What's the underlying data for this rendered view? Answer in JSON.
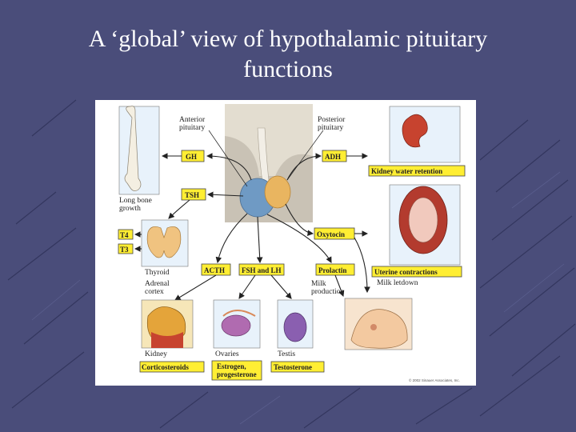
{
  "slide": {
    "title": "A ‘global’ view of hypothalamic pituitary functions"
  },
  "colors": {
    "background": "#4a4d7a",
    "hormone_box": "#ffee33",
    "anterior_lobe": "#6f9ac4",
    "posterior_lobe": "#e9b560"
  },
  "figure": {
    "labels": {
      "anterior_pituitary": [
        "Anterior",
        "pituitary"
      ],
      "posterior_pituitary": [
        "Posterior",
        "pituitary"
      ],
      "long_bone_growth": [
        "Long bone",
        "growth"
      ],
      "thyroid": "Thyroid",
      "adrenal_cortex": [
        "Adrenal",
        "cortex"
      ],
      "milk_production": [
        "Milk",
        "production"
      ],
      "milk_letdown": "Milk letdown",
      "kidney": "Kidney",
      "ovaries": "Ovaries",
      "testis": "Testis"
    },
    "hormones": {
      "gh": "GH",
      "tsh": "TSH",
      "t4": "T4",
      "t3": "T3",
      "acth": "ACTH",
      "fsh_lh": "FSH and LH",
      "prolactin": "Prolactin",
      "adh": "ADH",
      "oxytocin": "Oxytocin"
    },
    "effects": {
      "kidney_water_retention": "Kidney water retention",
      "uterine_contractions": "Uterine contractions",
      "corticosteroids": "Corticosteroids",
      "estrogen_progesterone": [
        "Estrogen,",
        "progesterone"
      ],
      "testosterone": "Testosterone"
    },
    "copyright": "© 2002 Sinauer Associates, Inc."
  }
}
